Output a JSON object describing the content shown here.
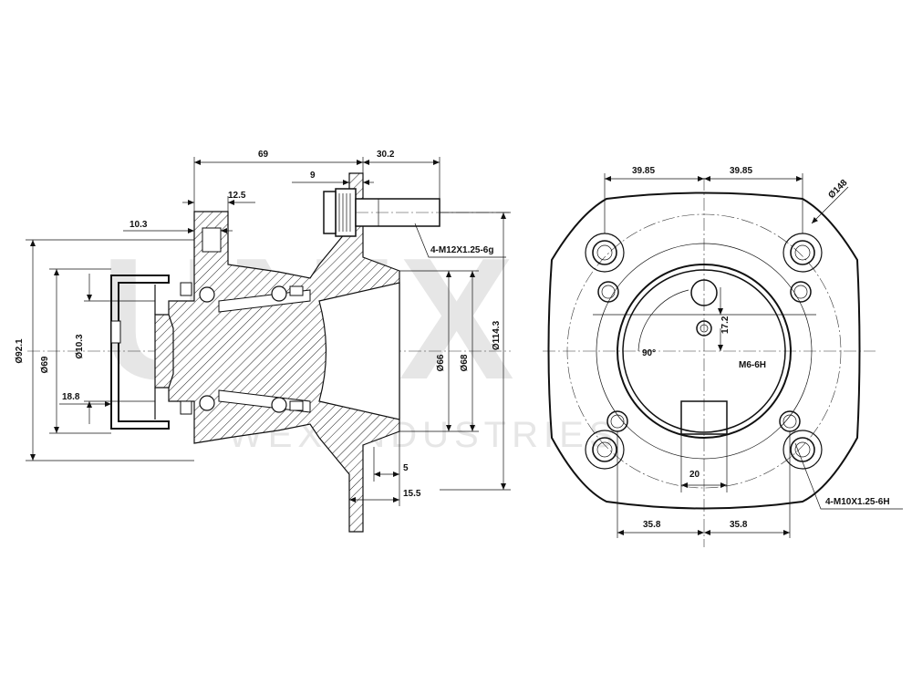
{
  "watermark": {
    "brand": "UNIX",
    "subtitle": "WEX INDUSTRIES"
  },
  "side_view": {
    "dims": {
      "d69_top": "69",
      "d30_2": "30.2",
      "d9": "9",
      "d12_5": "12.5",
      "d10_3_top": "10.3",
      "thread_stud": "4-M12X1.25-6g",
      "d92_1": "Ø92.1",
      "d69_side": "Ø69",
      "d10_3_side": "Ø10.3",
      "d18_8": "18.8",
      "d66": "Ø66",
      "d68": "Ø68",
      "d114_3": "Ø114.3",
      "d5": "5",
      "d15_5": "15.5"
    }
  },
  "front_view": {
    "dims": {
      "d39_85_left": "39.85",
      "d39_85_right": "39.85",
      "d148": "Ø148",
      "d17_2": "17.2",
      "angle90": "90°",
      "m6": "M6-6H",
      "d20": "20",
      "d35_8_left": "35.8",
      "d35_8_right": "35.8",
      "thread_holes": "4-M10X1.25-6H"
    }
  }
}
